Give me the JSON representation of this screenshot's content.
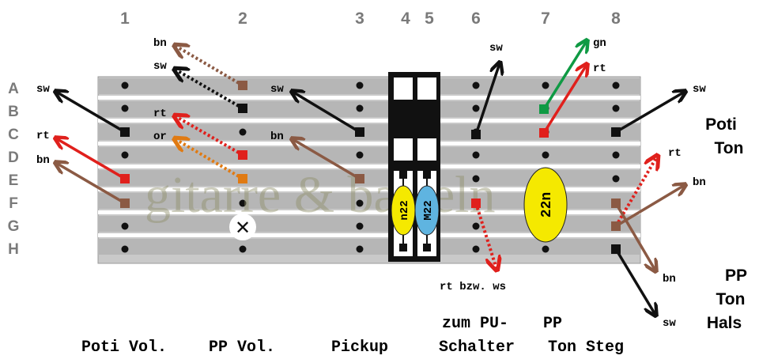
{
  "columns": [
    "1",
    "2",
    "3",
    "4",
    "5",
    "6",
    "7",
    "8"
  ],
  "rows": [
    "A",
    "B",
    "C",
    "D",
    "E",
    "F",
    "G",
    "H"
  ],
  "watermark": "gitarre & basteln",
  "wire_labels": {
    "c2_bn": "bn",
    "c2_sw": "sw",
    "c2_rt": "rt",
    "c2_or": "or",
    "c1_sw": "sw",
    "c1_rt": "rt",
    "c1_bn": "bn",
    "c3_sw": "sw",
    "c3_bn": "bn",
    "c6_sw": "sw",
    "c6_bottom": "rt bzw. ws",
    "c7_gn": "gn",
    "c7_rt": "rt",
    "c8_sw_top": "sw",
    "c8_rt": "rt",
    "c8_bn_top": "bn",
    "c8_bn_bottom": "bn",
    "c8_sw_bottom": "sw"
  },
  "components": {
    "cap1": "n22",
    "cap2": "M22",
    "cap3": "22n"
  },
  "sections": {
    "poti_vol": "Poti Vol.",
    "pp_vol": "PP Vol.",
    "pickup": "Pickup",
    "pu_line1": "zum PU-",
    "pu_line2": "Schalter",
    "pp_steg_line1": "PP",
    "pp_steg_line2": "Ton Steg"
  },
  "side_labels": {
    "poti_line1": "Poti",
    "poti_line2": "Ton",
    "pp_line1": "PP",
    "pp_line2": "Ton",
    "pp_line3": "Hals"
  },
  "cut_mark": "✕",
  "colors": {
    "black": "#111111",
    "brown": "#8b5a44",
    "red": "#e0201c",
    "orange": "#e07a12",
    "green": "#0f9a44",
    "yellow": "#f5e900",
    "blue": "#5fb4e0",
    "board": "#c9c9c9",
    "strip": "#b4b4b4"
  }
}
